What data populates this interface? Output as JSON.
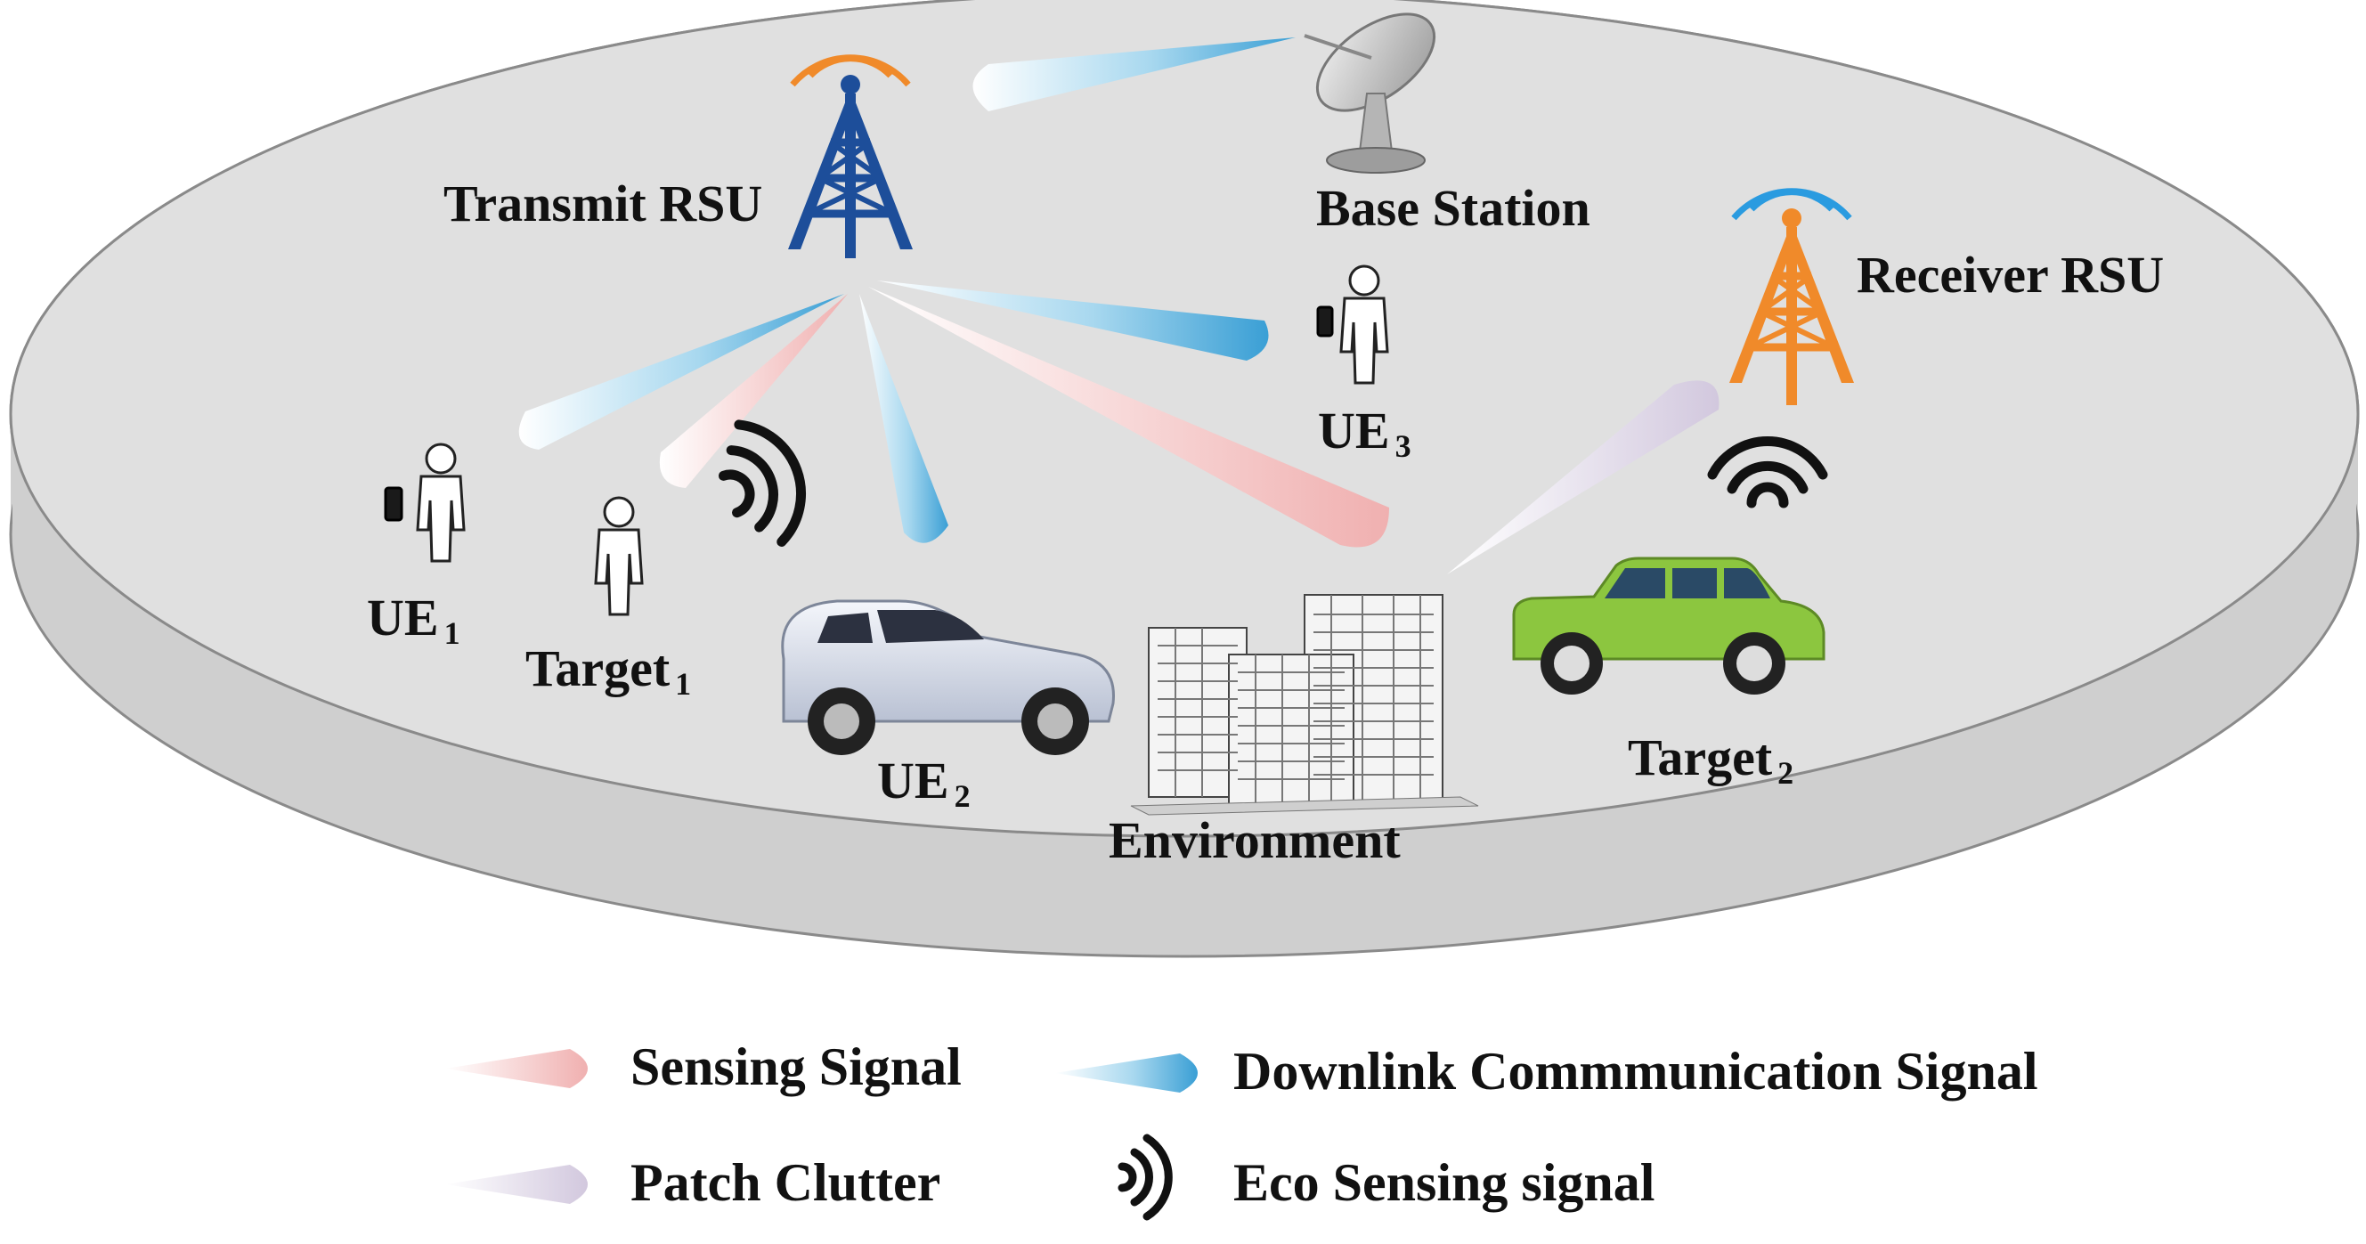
{
  "nodes": {
    "transmit_rsu": "Transmit RSU",
    "base_station": "Base Station",
    "receiver_rsu": "Receiver RSU",
    "ue1": {
      "name": "UE",
      "sub": "1"
    },
    "ue2": {
      "name": "UE",
      "sub": "2"
    },
    "ue3": {
      "name": "UE",
      "sub": "3"
    },
    "target1": {
      "name": "Target",
      "sub": "1"
    },
    "target2": {
      "name": "Target",
      "sub": "2"
    },
    "environment": "Environment"
  },
  "legend": {
    "sensing": "Sensing Signal",
    "downlink": "Downlink Commmunication Signal",
    "clutter": "Patch Clutter",
    "echo": "Eco Sensing signal"
  },
  "colors": {
    "sensing": "#f2b8b8",
    "downlink": "#4aa8d8",
    "clutter": "#d6cde0",
    "transmit_tower": "#1d4e9a",
    "receiver_tower": "#f08a2a",
    "target_car": "#8cc63f",
    "disk": "#d9d9d9"
  }
}
